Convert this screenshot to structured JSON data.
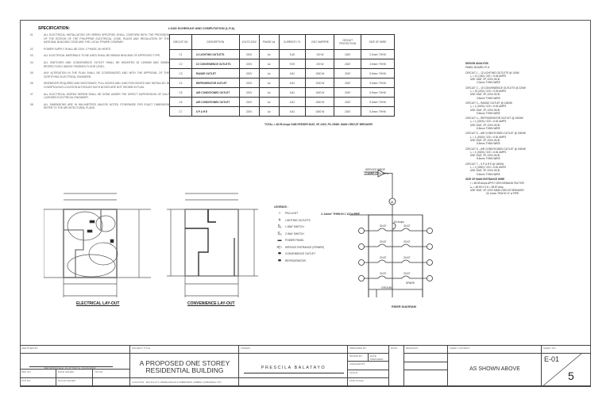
{
  "specification": {
    "title": "SPECIFICATION:",
    "items": [
      {
        "no": "01",
        "text": "ALL ELECTRICAL INSTALLATION OR HEREIN SPECIFIED SHALL CONFORM WITH THE PROVISION OF THE EDITION OF THE PHILIPPINE ELECTRICAL CODE, RULES AND REGULATION OF THE NATIONAL BUILDING CODE AND THE LOCAL POWER COMPANY."
      },
      {
        "no": "02",
        "text": "POWER SUPPLY SHALL BE 220V, 1 PHASE, 60 HERTS."
      },
      {
        "no": "03",
        "text": "ALL ELECTRICAL MATERIALS TO BE USED SHALL BE BRAND NEW AND OF APPROVED TYPE."
      },
      {
        "no": "04",
        "text": "ALL SWITCHES AND CONVENIENCE OUTLET SHALL BE MOUNTED AT 1200MM AND 300MM RESPECTIVELY ABOVE FINISHED FLOOR LEVEL."
      },
      {
        "no": "05",
        "text": "ANY ALTERATION IN THE PLAN SHALL BE COORDINATED AND WITH THE APPROVAL OF THE CERTIFYING ELECTRICAL ENGINEER."
      },
      {
        "no": "06",
        "text": "WHENEVER REQUIRED AND NECESSARY, PULL BOXES AND JUNCTION BOXES MAY INSTALLED IN CONSPICUOUS LOCATION ALTHOUGH SUCH BOXES ARE NOT SHOWN IN PLAN."
      },
      {
        "no": "07",
        "text": "ALL ELECTRICAL WORKS HEREIN SHALL BE DONE UNDER THE DIRECT SUPERVISION OF DULY LICENSED ELECTRICAL ENGINEER."
      },
      {
        "no": "08",
        "text": "ALL DIMENSIONS ARE IN MILLIMETERS UNLESS NOTED OTHERWISE FOR EXACT DIMENSION REFER TO THE ARCHITECTURAL PLANS."
      }
    ]
  },
  "load_schedule": {
    "title": "LOAD SCHEDULE AND COMPUTATION (L.P.A)",
    "headers": [
      "CIRCUIT NO.",
      "DESCRIPTION",
      "VOLTS 220V",
      "PHASE 1ø",
      "CURRENT I FL",
      "VOLT AMPERE",
      "CIRCUIT PROTECTION",
      "SIZE OF WIRE"
    ],
    "rows": [
      [
        "C1",
        "12 LIGHTING OUTLETS",
        "220V",
        "1ø",
        "5.45",
        "100 W",
        "15AT",
        "2.0mm² THHN"
      ],
      [
        "C2",
        "10 CONVENIENCE OUTLETS",
        "220V",
        "1ø",
        "9.09",
        "200 W",
        "20AT",
        "3.5mm² THHN"
      ],
      [
        "C3",
        "RANGE OUTLET",
        "220V",
        "1ø",
        "6.81",
        "1500 W",
        "20AT",
        "5.5mm² THHN"
      ],
      [
        "C4",
        "REFRIGERATOR OUTLET",
        "220V",
        "1ø",
        "6.81",
        "1000 W",
        "20AT",
        "5.5mm² THHN"
      ],
      [
        "C5",
        "AIR CONDITIONED OUTLET",
        "220V",
        "1ø",
        "6.81",
        "1500 W",
        "20AT",
        "5.5mm² THHN"
      ],
      [
        "C6",
        "AIR CONDITIONED OUTLET",
        "220V",
        "1ø",
        "6.81",
        "1500 W",
        "20AT",
        "5.5mm² THHN"
      ],
      [
        "C7",
        "S P A R E",
        "220V",
        "1ø",
        "6.81",
        "1500 W",
        "20AT",
        "5.5mm² THHN"
      ]
    ],
    "footer": "TOTAL = 48.59 Amps  SUB FEEDER 60AT, 2P, 240V, FIL ISNEL MAIN CIRCUIT BREAKER"
  },
  "design_analysis": {
    "title": "DESIGN ANALYSIS",
    "panel": "PANEL BOARD LP-A",
    "circuits": [
      {
        "head": "CIRCUIT 1 – 12 LIGHTING OUTLETS @ 100W",
        "formula": "I₁ = 12 (100) / 220  = 5.45 AMPS",
        "use": "USE 15AT, 2P, 220V, BCB",
        "wire": "2.0mm² THHN WIRE"
      },
      {
        "head": "CIRCUIT 2 – 10 CONVENIENCE OUTLETS @ 220W",
        "formula": "I₂ = 10 (200) / 220  = 9.09 AMPS",
        "use": "USE 20AT, 2P, 220V, BCB",
        "wire": "3.5mm² THHN WIRE"
      },
      {
        "head": "CIRCUIT 3 – RANGE OUTLET @ 1500W",
        "formula": "I₃ = 1 (1500) / 220  = 6.81 AMPS",
        "use": "USE 20AT, 2P, 220V, BCB",
        "wire": "5.5mm² THHN WIRE"
      },
      {
        "head": "CIRCUIT 4 – REFRIGERATOR OUTLET @ 1500W",
        "formula": "I₄ = 1 (1500) / 220  = 6.81 AMPS",
        "use": "USE 20AT, 2P, 220V, BCB",
        "wire": "5.5mm² THHN WIRE"
      },
      {
        "head": "CIRCUIT 5 – AIR CONDITIONED OUTLET @ 1500W",
        "formula": "I₅ = 1 (1500) / 220  = 6.81 AMPS",
        "use": "USE 20AT, 2P, 220V, BCB",
        "wire": "5.5mm² THHN WIRE"
      },
      {
        "head": "CIRCUIT 6 – AIR CONDITIONED OUTLET @ 1500W",
        "formula": "I₆ = 1 (1500) / 220  = 6.81 AMPS",
        "use": "USE 20AT, 2P, 220V, BCB",
        "wire": "5.5mm² THHN WIRE"
      },
      {
        "head": "CIRCUIT 7 – S P A R E @ 1500W",
        "formula": "I₇ = 1 (1500) / 220  = 6.81 AMPS",
        "use": "USE 20AT, 2P, 220V, BCB",
        "wire": "5.5mm² THHN WIRE"
      }
    ],
    "main": {
      "head": "SIZE OF MAIN ENTRANCE WIRE",
      "l1": "I  = 48.59 Amps APPLY 80% DEMAND FACTOR",
      "l2": "Iₘ = 48.59 X 0.8 = 38.87 Amp",
      "l3": "USE 30AT, 2P, 220V MAIN CIRCUIT BREAKER",
      "l4": "2# 14mm THW IN ½\" ø PIPE"
    }
  },
  "riser": {
    "service_drop": "SERVICE DROP",
    "service_drop2": "2 WIRE 230V, 60Hz",
    "meter": "M",
    "feeder": "2–14mm² THHN IN 1 1/2\"ø PIPE",
    "main_breaker": "60 Amps",
    "breakers": [
      "30 AT",
      "30 AT",
      "20 AT",
      "20 AT",
      "20 AT",
      "20 AT",
      "20 AT",
      "20 AT"
    ],
    "circuit_nums": [
      "1",
      "2",
      "3",
      "4",
      "5",
      "6",
      "7",
      "8"
    ],
    "spare": "SPARE",
    "ground": "GROUND",
    "title": "RISER DIAGRAM"
  },
  "legend": {
    "title": "LEGENDS :",
    "items": [
      {
        "sym": "○",
        "label": "PIN LIGHT"
      },
      {
        "sym": "⚘",
        "label": "LIGHTING OUTLETS"
      },
      {
        "sym": "S₁",
        "label": "1 WAY SWITCH"
      },
      {
        "sym": "S₂",
        "label": "2 WAY SWITCH"
      },
      {
        "sym": "▬",
        "label": "POWER PANEL"
      },
      {
        "sym": "≡▷",
        "label": "SERVICE ENTRANCE (POWER)"
      },
      {
        "sym": "⬬",
        "label": "CONVENIENCE OUTLET"
      },
      {
        "sym": "⬬",
        "label": "REFRIGERATOR"
      }
    ]
  },
  "plans": {
    "electrical": "ELECTRICAL LAY-OUT",
    "convenience": "CONVENIENCE LAY-OUT"
  },
  "title_block": {
    "certified_by": "CERTIFIED BY:",
    "engineer": "PROFESSIONAL ELECTRICAL ENGINEER",
    "prc": "PRC NO.",
    "date_issued": "DATE ISSUED:",
    "tin": "TIN NO.",
    "ptr": "PTR NO.",
    "place_issued": "PLACE ISSUED:",
    "project_title_label": "PROJECT TITLE:",
    "project_title_1": "A PROPOSED ONE STOREY",
    "project_title_2": "RESIDENTIAL BUILDING",
    "location_label": "LOCATION:",
    "location": "BLK 3b LOT 5, RIVERLAND HILLS SUBDIVISION, SAMBAG, KORONADAL CITY",
    "owner_label": "OWNER:",
    "owner": "PRESCILA BALATAYO",
    "prepared_by": "PREPARED BY:",
    "drawn_by": "DRAWN BY:",
    "date_prepared": "DATE PREPARED:",
    "checked_by": "CHECKED BY:",
    "scale": "SCALE:",
    "fine_scale": "FINE SCALE:",
    "date": "DATE:",
    "remarks": "REMARKS:",
    "sheet_content_label": "SHEET CONTENT:",
    "sheet_content": "AS SHOWN ABOVE",
    "sheet_no_label": "SHEET NO.:",
    "sheet_no": "E-01",
    "sheet_total": "5"
  }
}
